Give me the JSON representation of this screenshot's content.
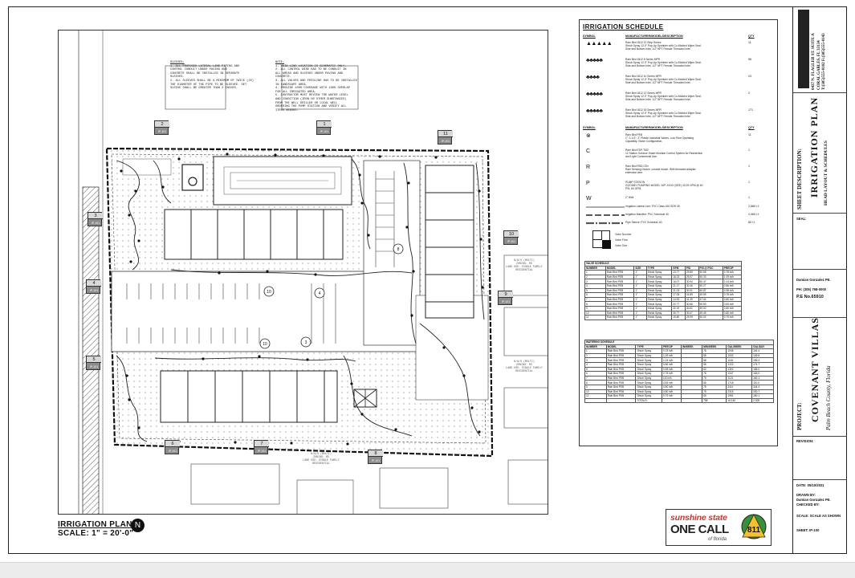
{
  "plan": {
    "title": "IRRIGATION PLAN",
    "scale": "SCALE: 1\" = 20'-0\"",
    "north_symbol": "N",
    "sleeves_notes": {
      "title": "SLEEVES:",
      "lines": [
        "1.  ALL PROPOSED LATERAL LINE PIPING AND",
        "    CONTROL CONDUIT UNDER PAVING AND",
        "    CONCRETE SHALL BE INSTALLED IN SEPARATE",
        "    SLEEVES.",
        "2.  ALL SLEEVES SHALL BE A MINIMUM OF TWICE (2X)",
        "    THE DIAMETER OF THE PIPE TO BE SLEEVED. SET",
        "    SLEEVE SHALL BE GREATER THAN 2 INCHES."
      ]
    },
    "general_notes": {
      "title": "NOTE:",
      "lines": [
        "1.  MAIN LINE LOCATION IS SCHEMATIC ONLY.",
        "2.  ALL CONTROL WIRE HAS TO BE CONDUIT IN",
        "    ALL AREAS AND SLEEVED UNDER PAVING AND",
        "    CONCRETE.",
        "3.  ALL VALVES AND FEEDLINE HAS TO BE INSTALLED",
        "    IN LANDSCAPE AREA.",
        "4.  PROVIDE 100% COVERAGE WITH 100% OVERLAP",
        "    FOR ALL IRRIGATED AREA.",
        "5.  CONTRACTOR MUST REVIEW THE WATER LEVEL",
        "    AND CONDITION (IRON OR OTHER SUBSTANCES)",
        "    FROM THE WELL DRILLER OR LOCAL WELL",
        "    ORDERING THE PUMP STATION AND VERIFY ALL",
        "    ITEMS NEEDED."
      ]
    },
    "zone_markers": [
      {
        "num": "2",
        "tag": "IP-101"
      },
      {
        "num": "1",
        "tag": "IP-101"
      },
      {
        "num": "11",
        "tag": "IP-101"
      },
      {
        "num": "3",
        "tag": "IP-101"
      },
      {
        "num": "10",
        "tag": "IP-101"
      },
      {
        "num": "4",
        "tag": "IP-101"
      },
      {
        "num": "9",
        "tag": "IP-101"
      },
      {
        "num": "5",
        "tag": "IP-101"
      },
      {
        "num": "6",
        "tag": "IP-101"
      },
      {
        "num": "7",
        "tag": "IP-101"
      },
      {
        "num": "8",
        "tag": "IP-101"
      }
    ],
    "neighbor_labels": [
      {
        "lines": [
          "N/A/S (MULTI)",
          "ZONING: RS",
          "LAND USE: SINGLE FAMILY",
          "RESIDENTIAL"
        ]
      },
      {
        "lines": [
          "N/A/S (MULTI)",
          "ZONING: RS",
          "LAND USE: SINGLE FAMILY",
          "RESIDENTIAL"
        ]
      },
      {
        "lines": [
          "N/A/S (MULTI)",
          "ZONING: RS",
          "LAND USE: SINGLE FAMILY",
          "RESIDENTIAL"
        ]
      }
    ],
    "callouts": [
      "8",
      "4",
      "10",
      "3",
      "10"
    ]
  },
  "schedule": {
    "title": "IRRIGATION SCHEDULE",
    "headers": {
      "symbol": "SYMBOL",
      "desc": "MANUFACTURER/MODEL/DESCRIPTION",
      "qty": "QTY"
    },
    "heads": [
      {
        "sym": "▲▲▲▲▲",
        "lines": [
          "Rain Bird 1812 12 Strip Series",
          "Shrub Spray 12.0\" Pop-Up Sprinkler with Co-Molded Wiper Seal.",
          "Side and Bottom Inlet, 1/2\" NPT Female Threaded Inlet."
        ],
        "qty": "11"
      },
      {
        "sym": "♣♣♣♣♣",
        "lines": [
          "Rain Bird 1812 8 Series MPR",
          "Shrub Spray 12.0\" Pop-Up Sprinkler with Co-Molded Wiper Seal.",
          "Side and Bottom Inlet, 1/2\" NPT Female Threaded Inlet."
        ],
        "qty": "96"
      },
      {
        "sym": "♣♣♣♣",
        "lines": [
          "Rain Bird 1812 10 Series MPR",
          "Shrub Spray 12.0\" Pop-Up Sprinkler with Co-Molded Wiper Seal.",
          "Side and Bottom Inlet, 1/2\" NPT Female Threaded Inlet."
        ],
        "qty": "23"
      },
      {
        "sym": "♣♣♣♣♣",
        "lines": [
          "Rain Bird 1812 12 Series MPR",
          "Shrub Spray 12.0\" Pop-Up Sprinkler with Co-Molded Wiper Seal.",
          "Side and Bottom Inlet, 1/2\" NPT Female Threaded Inlet."
        ],
        "qty": "2"
      },
      {
        "sym": "♣♣♣♣♣",
        "lines": [
          "Rain Bird 1812 15 Series MPR",
          "Shrub Spray 12.0\" Pop-Up Sprinkler with Co-Molded Wiper Seal.",
          "Side and Bottom Inlet, 1/2\" NPT Female Threaded Inlet."
        ],
        "qty": "171"
      }
    ],
    "equipment": [
      {
        "sym": "⊗",
        "lines": [
          "Rain Bird PEB",
          "1\", 1-1/2\", 2\" Plastic Industrial Valves. Low Flow Operating",
          "Capability. Globe Configuration."
        ],
        "qty": "11"
      },
      {
        "sym": "C",
        "lines": [
          "Rain Bird ESP-TM2",
          "12 Station Outdoor Smart Modular Control System for Residential",
          "and Light Commercial Use."
        ],
        "qty": "1"
      },
      {
        "sym": "R",
        "lines": [
          "Rain Bird RSD-CEx",
          "Rain Sensing Device, conduit mount. With threaded adapter,",
          "extension wire."
        ],
        "qty": "1"
      },
      {
        "sym": "P",
        "lines": [
          "PUMP STATION",
          "GOODBY PUMPING MODEL 1KP-XXXX (SEE) 43.29 GPM @ 60",
          "PSI, 60 GPM"
        ],
        "qty": "1"
      },
      {
        "sym": "W",
        "lines": [
          "2\" Well"
        ],
        "qty": "1"
      }
    ],
    "lines_legend": [
      {
        "label": "Irrigation Lateral Line: PVC Class 160 SDR 26",
        "qty": "2,580 l.f."
      },
      {
        "label": "Irrigation Mainline: PVC Schedule 40",
        "qty": "1,060 l.f."
      },
      {
        "label": "Pipe Sleeve: PVC Schedule 40",
        "qty": "80 l.f."
      }
    ],
    "valve_legend": [
      "Valve Number",
      "Valve Flow",
      "Valve Size"
    ],
    "zone_schedule": {
      "caption": [
        "VALVE",
        "SCHEDULE"
      ],
      "columns": [
        "NUMBER",
        "MODEL",
        "SIZE",
        "TYPE",
        "GPM",
        "PSI",
        "PSI @ POC",
        "PRECIP"
      ],
      "rows": [
        [
          "1",
          "Rain Bird PEB",
          "1\"",
          "Shrub Spray",
          "13.77",
          "29.80",
          "50.68",
          "0.78 in/h"
        ],
        [
          "2",
          "Rain Bird PEB",
          "1\"",
          "Shrub Spray",
          "18.23",
          "29.07",
          "50.33",
          "1.09 in/h"
        ],
        [
          "3",
          "Rain Bird PEB",
          "1\"",
          "Shrub Spray",
          "16.07",
          "30.94",
          "50.47",
          "1.04 in/h"
        ],
        [
          "4",
          "Rain Bird PEB",
          "1\"",
          "Shrub Spray",
          "21.17",
          "30.46",
          "50.27",
          "0.86 in/h"
        ],
        [
          "5",
          "Rain Bird PEB",
          "1\"",
          "Shrub Spray",
          "21.03",
          "30.01",
          "50.87",
          "0.98 in/h"
        ],
        [
          "6",
          "Rain Bird PEB",
          "1\"",
          "Shrub Spray",
          "17.05",
          "31.89",
          "49.59",
          "0.78 in/h"
        ],
        [
          "7",
          "Rain Bird PEB",
          "1\"",
          "Shrub Spray",
          "14.93",
          "31.39",
          "47.04",
          "0.80 in/h"
        ],
        [
          "8",
          "Rain Bird PEB",
          "1\"",
          "Shrub Spray",
          "22.77",
          "30.68",
          "50.69",
          "0.83 in/h"
        ],
        [
          "9",
          "Rain Bird PEB",
          "1\"",
          "Shrub Spray",
          "32.19",
          "30.61",
          "49.00",
          "0.80 in/h"
        ],
        [
          "10",
          "Rain Bird PEB",
          "1\"",
          "Shrub Spray",
          "30.77",
          "30.07",
          "49.45",
          "0.80 in/h"
        ],
        [
          "11",
          "Rain Bird PEB",
          "1\"",
          "Shrub Spray",
          "19.80",
          "29.99",
          "50.02",
          "0.79 in/h"
        ]
      ]
    },
    "watering_schedule": {
      "caption": [
        "WATERING",
        "SCHEDULE"
      ],
      "columns": [
        "NUMBER",
        "MODEL",
        "TYPE",
        "PRECIP",
        "IN/WEEK",
        "MIN/WEEK",
        "GAL/WEEK",
        "GAL/DAY"
      ],
      "rows": [
        [
          "1",
          "Rain Bird PEB",
          "Shrub Spray",
          "0.78 in/h",
          "",
          "76",
          "1046",
          "161.4"
        ],
        [
          "2",
          "Rain Bird PEB",
          "Shrub Spray",
          "1.09 in/h",
          "",
          "55",
          "1002",
          "149.6"
        ],
        [
          "3",
          "Rain Bird PEB",
          "Shrub Spray",
          "1.04 in/h",
          "",
          "58",
          "1161",
          "156.4"
        ],
        [
          "4",
          "Rain Bird PEB",
          "Shrub Spray",
          "0.86 in/h",
          "",
          "56",
          "1222",
          "174.7"
        ],
        [
          "5",
          "Rain Bird PEB",
          "Shrub Spray",
          "0.98 in/h",
          "",
          "62",
          "1302",
          "186.0"
        ],
        [
          "6",
          "Rain Bird PEB",
          "Shrub Spray",
          "0.78 in/h",
          "",
          "76",
          "1047",
          "163.0"
        ],
        [
          "7",
          "Rain Bird PEB",
          "Shrub Spray",
          "0.8 in/h",
          "",
          "75",
          "1121",
          "160.1"
        ],
        [
          "8",
          "Rain Bird PEB",
          "Shrub Spray",
          "0.83 in/h",
          "",
          "65",
          "1718",
          "110.0"
        ],
        [
          "9",
          "Rain Bird PEB",
          "Shrub Spray",
          "0.80 in/h",
          "",
          "75",
          "2411",
          "344.4"
        ],
        [
          "10",
          "Rain Bird PEB",
          "Shrub Spray",
          "0.80 in/h",
          "",
          "75",
          "2315",
          "330.7"
        ],
        [
          "11",
          "Rain Bird PEB",
          "Shrub Spray",
          "0.79 in/h",
          "",
          "65",
          "1961",
          "180.1"
        ],
        [
          "",
          "",
          "TOTALS:",
          "",
          "",
          "758",
          "16,140",
          "2,305"
        ]
      ]
    }
  },
  "title_block": {
    "firm_lines": [
      "6437 N. FLAGLER ST. SUITE A",
      "CORAL GABLES, FL 33134",
      "T:(305)555-0102  F:(305)555-0143"
    ],
    "sheet_description_label": "SHEET DESCRIPTION:",
    "sheet_description": "IRRIGATION PLAN",
    "sheet_description_sub": "HEAD LAYOUT & SCHEDULES",
    "seal_label": "SEAL:",
    "engineer": [
      "Damian Gonzalez PE.",
      "PH: (305) 798-0000",
      "P.E No.65910"
    ],
    "project_label": "PROJECT:",
    "project_name": "COVENANT VILLAS",
    "project_location": "Palm Beach County, Florida",
    "revision_label": "REVISION:",
    "date": "DATE: 05/10/2021",
    "drawn_by_label": "DRAWN BY:",
    "drawn_by": "Damian Gonzalez PE.",
    "checked_by_label": "CHECKED BY:",
    "scale": "SCALE: SCALE AS SHOWN",
    "sheet": "SHEET: IP-100"
  },
  "logo_811": {
    "line1": "sunshine state",
    "line2": "ONE CALL",
    "line3": "of florida",
    "badge": "811"
  }
}
